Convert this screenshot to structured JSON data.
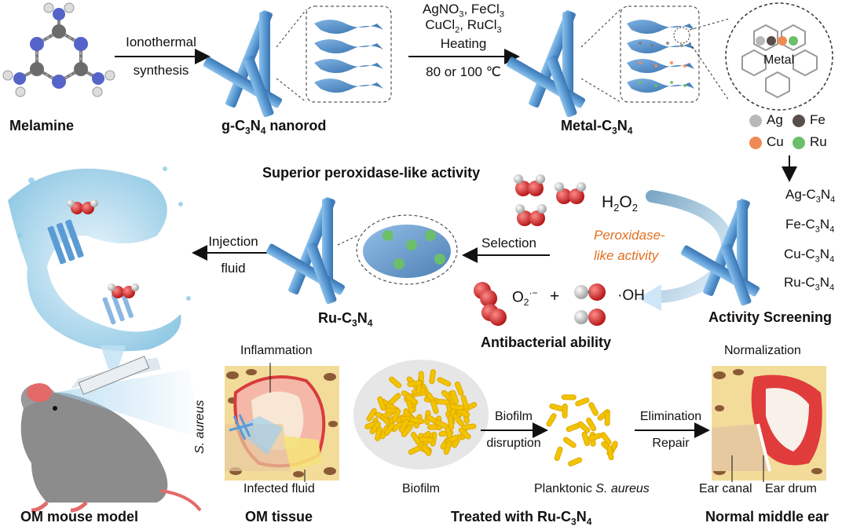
{
  "top": {
    "melamine": "Melamine",
    "ionothermal": "Ionothermal",
    "synthesis": "synthesis",
    "nanorod_pre": "g-C",
    "nanorod_s3": "3",
    "nanorod_N": "N",
    "nanorod_s4": "4",
    "nanorod_post": " nanorod",
    "reagents_1": "AgNO",
    "reagents_1_sub": "3",
    "reagents_1b": ", FeCl",
    "reagents_1b_sub": "3",
    "reagents_2": "CuCl",
    "reagents_2_sub": "2",
    "reagents_2b": ", RuCl",
    "reagents_2b_sub": "3",
    "heating": "Heating",
    "temperature": "80 or 100 ℃",
    "metal_c3n4_pre": "Metal-C",
    "metal_c3n4_s3": "3",
    "metal_c3n4_N": "N",
    "metal_c3n4_s4": "4",
    "metal_label": "Metal",
    "legend": [
      {
        "label": "Ag",
        "color": "#b9b9b9"
      },
      {
        "label": "Fe",
        "color": "#5a4e4a"
      },
      {
        "label": "Cu",
        "color": "#f08a55"
      },
      {
        "label": "Ru",
        "color": "#6cbf6a"
      }
    ]
  },
  "middle": {
    "superior": "Superior peroxidase-like activity",
    "injection": "Injection",
    "fluid": "fluid",
    "selection": "Selection",
    "h2o2_pre": "H",
    "h2o2_s1": "2",
    "h2o2_O": "O",
    "h2o2_s2": "2",
    "peroxidase_1": "Peroxidase-",
    "peroxidase_2": "like activity",
    "ru_c3n4_pre": "Ru-C",
    "ru_c3n4_s3": "3",
    "ru_c3n4_N": "N",
    "ru_c3n4_s4": "4",
    "o2_pre": "O",
    "o2_sub": "2",
    "o2_sup": "·−",
    "plus": "+",
    "oh": "·OH",
    "antibacterial": "Antibacterial ability",
    "activity_screening": "Activity Screening",
    "candidates": [
      {
        "el": "Ag",
        "pre": "Ag-C",
        "s3": "3",
        "N": "N",
        "s4": "4"
      },
      {
        "el": "Fe",
        "pre": "Fe-C",
        "s3": "3",
        "N": "N",
        "s4": "4"
      },
      {
        "el": "Cu",
        "pre": "Cu-C",
        "s3": "3",
        "N": "N",
        "s4": "4"
      },
      {
        "el": "Ru",
        "pre": "Ru-C",
        "s3": "3",
        "N": "N",
        "s4": "4"
      }
    ]
  },
  "bottom": {
    "inflammation": "Inflammation",
    "s_aureus": "S. aureus",
    "infected_fluid": "Infected fluid",
    "biofilm": "Biofilm",
    "biofilm_arrow_1": "Biofilm",
    "biofilm_arrow_2": "disruption",
    "planktonic_pre": "Planktonic ",
    "planktonic_it": "S. aureus",
    "elimination": "Elimination",
    "repair": "Repair",
    "normalization": "Normalization",
    "ear_canal": "Ear canal",
    "ear_drum": "Ear drum",
    "om_mouse": "OM mouse model",
    "om_tissue": "OM tissue",
    "treated_pre": "Treated with Ru-C",
    "treated_s3": "3",
    "treated_N": "N",
    "treated_s4": "4",
    "normal_ear": "Normal middle ear"
  },
  "colors": {
    "rod": "#5b9bd5",
    "rod_dark": "#3f7fbf",
    "orange_text": "#e07020",
    "bacteria": "#f2c400",
    "tissue_bg": "#f3dc9a",
    "tissue_spot": "#8a5a35",
    "red": "#d93b3b"
  }
}
